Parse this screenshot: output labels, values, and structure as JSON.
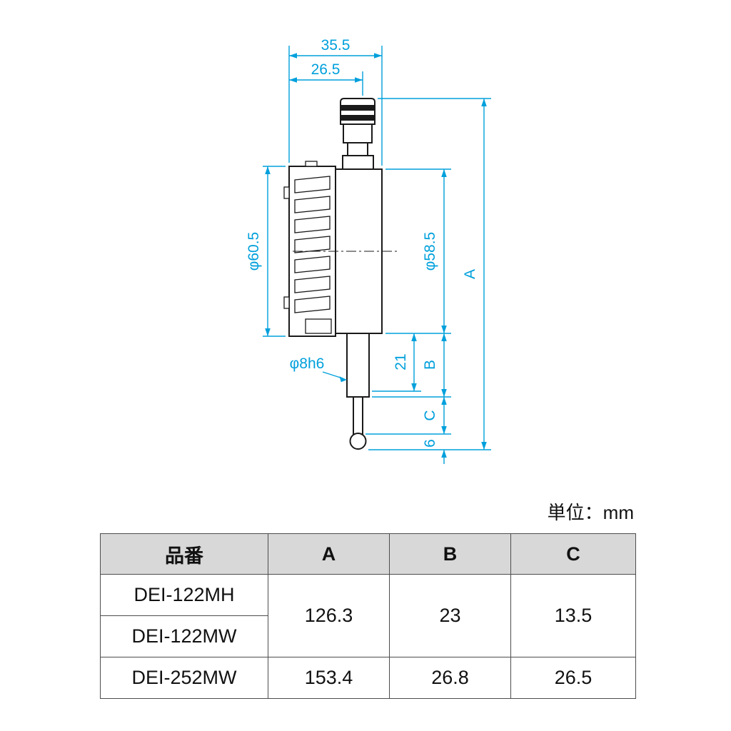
{
  "colors": {
    "dimension": "#00a0dc",
    "outline": "#1a1a1a",
    "table_header_bg": "#d8d8d8"
  },
  "drawing": {
    "dim_width_outer": "35.5",
    "dim_width_inner": "26.5",
    "dim_dia_bezel": "φ60.5",
    "dim_dia_body": "φ58.5",
    "dim_overall_height": "A",
    "dim_stem_length": "21",
    "dim_b": "B",
    "dim_c": "C",
    "dim_tip": "6",
    "dim_stem_dia": "φ8h6"
  },
  "unit_label": "単位：mm",
  "table": {
    "headers": [
      "品番",
      "A",
      "B",
      "C"
    ],
    "groups": [
      {
        "models": [
          "DEI-122MH",
          "DEI-122MW"
        ],
        "a": "126.3",
        "b": "23",
        "c": "13.5"
      },
      {
        "models": [
          "DEI-252MW"
        ],
        "a": "153.4",
        "b": "26.8",
        "c": "26.5"
      }
    ]
  }
}
